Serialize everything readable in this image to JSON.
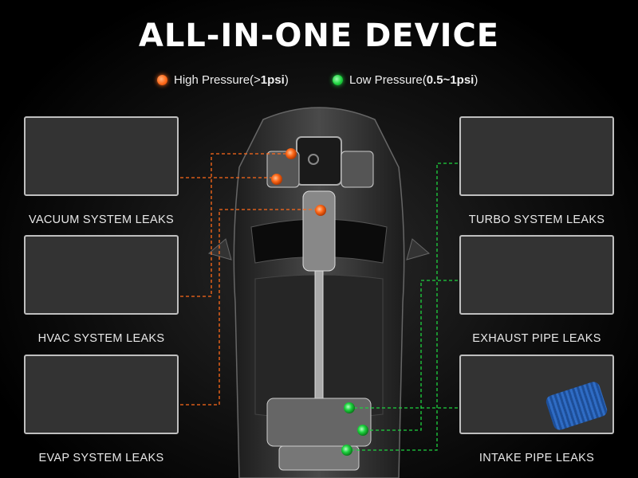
{
  "title": "ALL-IN-ONE DEVICE",
  "legend": {
    "high": {
      "prefix": "High Pressure(>",
      "value": "1psi",
      "suffix": ")",
      "color": "#ff6a1a"
    },
    "low": {
      "prefix": "Low Pressure(",
      "value": "0.5~1psi",
      "suffix": ")",
      "color": "#1ed33f"
    }
  },
  "cards": {
    "vacuum": "VACUUM SYSTEM LEAKS",
    "hvac": "HVAC SYSTEM LEAKS",
    "evap": "EVAP SYSTEM LEAKS",
    "turbo": "TURBO SYSTEM LEAKS",
    "exhaust": "EXHAUST PIPE LEAKS",
    "intake": "INTAKE PIPE LEAKS"
  },
  "colors": {
    "accent_orange": "#ff6a1a",
    "accent_green": "#1ed33f",
    "frame": "#bfbfbf",
    "background": "#000000"
  }
}
